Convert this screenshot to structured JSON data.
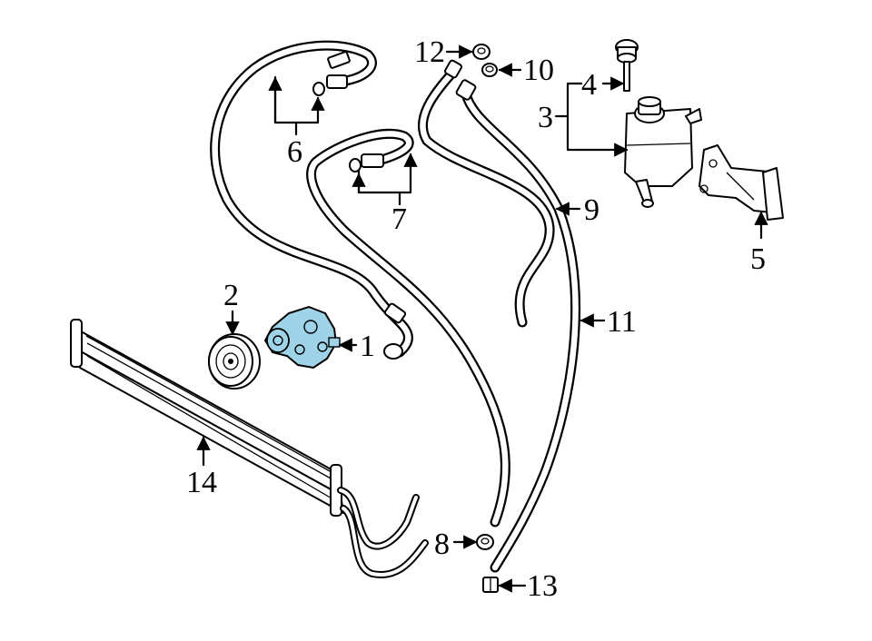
{
  "highlight_color": "#9fd3e8",
  "line_color": "#000000",
  "callouts": [
    {
      "id": "1",
      "label": "1"
    },
    {
      "id": "2",
      "label": "2"
    },
    {
      "id": "3",
      "label": "3"
    },
    {
      "id": "4",
      "label": "4"
    },
    {
      "id": "5",
      "label": "5"
    },
    {
      "id": "6",
      "label": "6"
    },
    {
      "id": "7",
      "label": "7"
    },
    {
      "id": "8",
      "label": "8"
    },
    {
      "id": "9",
      "label": "9"
    },
    {
      "id": "10",
      "label": "10"
    },
    {
      "id": "11",
      "label": "11"
    },
    {
      "id": "12",
      "label": "12"
    },
    {
      "id": "13",
      "label": "13"
    },
    {
      "id": "14",
      "label": "14"
    }
  ]
}
